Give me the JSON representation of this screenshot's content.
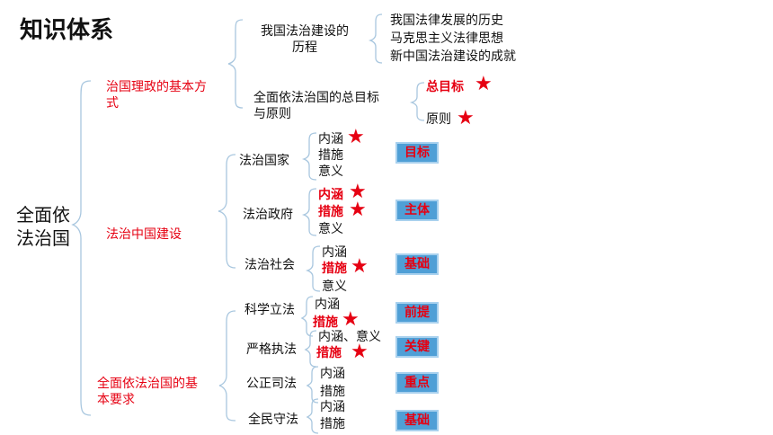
{
  "title": "知识体系",
  "root": "全面依\n法治国",
  "branches": {
    "mode": "治国理政的基本方\n式",
    "build": "法治中国建设",
    "req": "全面依法治国的基\n本要求"
  },
  "mode_items": {
    "history": "我国法治建设的\n历程",
    "history_leaves": [
      "我国法律发展的历史",
      "马克思主义法律思想",
      "新中国法治建设的成就"
    ],
    "goal": "全面依法治国的总目标\n与原则",
    "goal_leaf": "总目标",
    "principle_leaf": "原则"
  },
  "build_items": {
    "state": "法治国家",
    "gov": "法治政府",
    "society": "法治社会",
    "neihan": "内涵",
    "cuoshi": "措施",
    "yiyi": "意义"
  },
  "req_items": {
    "legislation": "科学立法",
    "enforcement": "严格执法",
    "justice": "公正司法",
    "law_abiding": "全民守法",
    "neihan_yiyi": "内涵、意义"
  },
  "badges": [
    "目标",
    "主体",
    "基础",
    "前提",
    "关键",
    "重点",
    "基础"
  ],
  "star_glyph": "★",
  "colors": {
    "emphasis": "#e60012",
    "badge_fill": "#4f9fd6",
    "bracket": "#a9c7df"
  }
}
